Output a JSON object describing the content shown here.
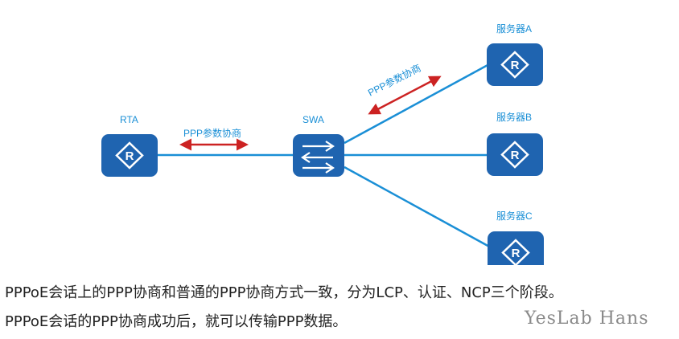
{
  "colors": {
    "link": "#1a8fd6",
    "device": "#1f64b0",
    "arrow": "#cc2222",
    "text": "#222222"
  },
  "devices": {
    "rta": {
      "label": "RTA",
      "icon": "router-icon"
    },
    "swa": {
      "label": "SWA",
      "icon": "switch-icon"
    },
    "server_a": {
      "label": "服务器A",
      "icon": "router-icon"
    },
    "server_b": {
      "label": "服务器B",
      "icon": "router-icon"
    },
    "server_c": {
      "label": "服务器C",
      "icon": "router-icon"
    }
  },
  "arrows": {
    "left": {
      "label": "PPP参数协商"
    },
    "right": {
      "label": "PPP参数协商"
    }
  },
  "caption": {
    "line1": "PPPoE会话上的PPP协商和普通的PPP协商方式一致，分为LCP、认证、NCP三个阶段。",
    "line2": "PPPoE会话的PPP协商成功后，就可以传输PPP数据。"
  },
  "watermark": "YesLab Hans"
}
